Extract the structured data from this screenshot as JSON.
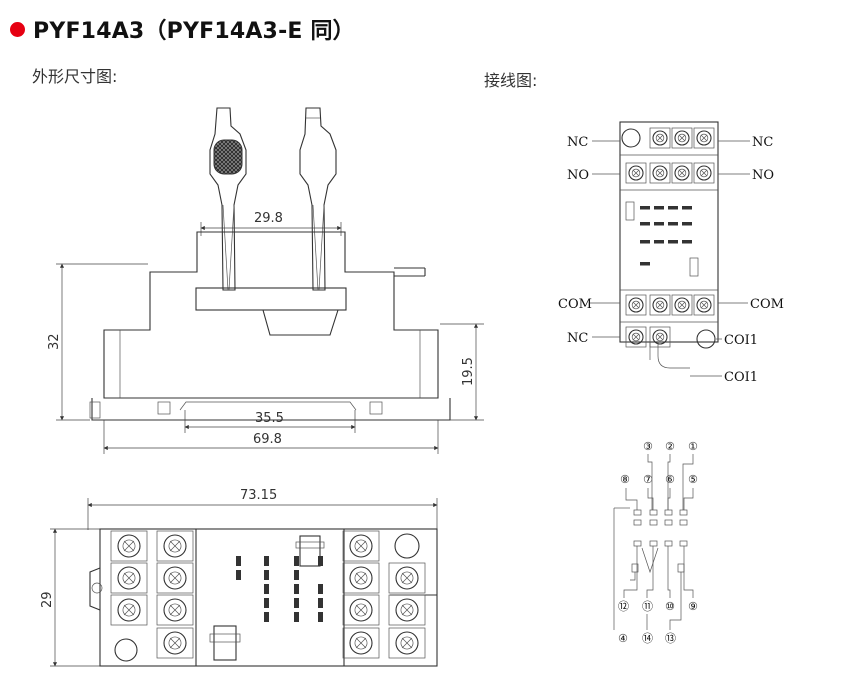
{
  "header": {
    "title": "PYF14A3（PYF14A3-E 同）",
    "outline_label": "外形尺寸图:",
    "wiring_label": "接线图:"
  },
  "dimensions": {
    "top_width": "29.8",
    "height_left": "32",
    "height_right": "19.5",
    "inner_width": "35.5",
    "total_width": "69.8",
    "plan_width": "73.15",
    "plan_height": "29"
  },
  "terminal_labels": {
    "nc_left": "NC",
    "nc_right": "NC",
    "no_left": "NO",
    "no_right": "NO",
    "com_left": "COM",
    "com_right": "COM",
    "nc_bottom": "NC",
    "coil1": "COI1",
    "coil2": "COI1"
  },
  "circuit_numbers": {
    "top_row": [
      "③",
      "②",
      "①"
    ],
    "second_row": [
      "⑧",
      "⑦",
      "⑥",
      "⑤"
    ],
    "lower_row": [
      "⑫",
      "⑪",
      "⑩",
      "⑨"
    ],
    "bottom_row": [
      "④",
      "⑭",
      "⑬"
    ]
  },
  "colors": {
    "accent": "#e60012",
    "line": "#333333"
  }
}
